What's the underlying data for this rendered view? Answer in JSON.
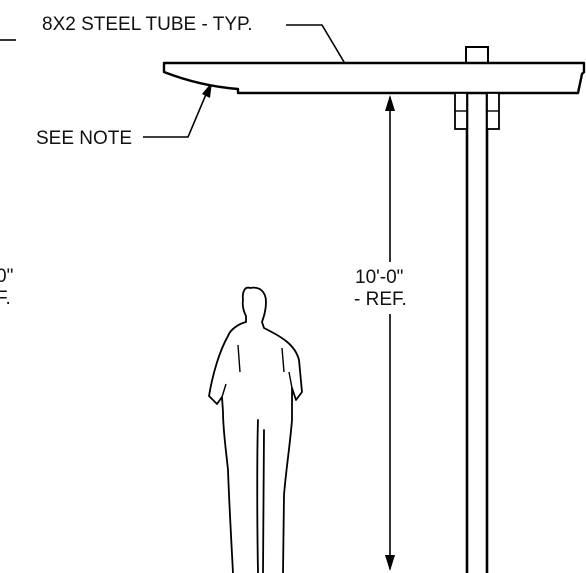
{
  "callouts": {
    "beam_label": "8X2 STEEL TUBE - TYP.",
    "note_label": "SEE NOTE",
    "dim_value": "10'-0\"",
    "dim_suffix": "- REF.",
    "left_partial_top": "0\"",
    "left_partial_bottom": "F."
  },
  "colors": {
    "line": "#000000",
    "background": "#ffffff"
  }
}
